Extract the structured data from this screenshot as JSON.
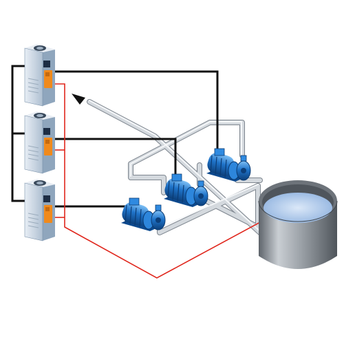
{
  "diagram": {
    "components": [
      {
        "name": "drive-unit-1",
        "icon": "vfd-controller-icon"
      },
      {
        "name": "drive-unit-2",
        "icon": "vfd-controller-icon"
      },
      {
        "name": "drive-unit-3",
        "icon": "vfd-controller-icon"
      },
      {
        "name": "pump-1",
        "icon": "centrifugal-pump-icon"
      },
      {
        "name": "pump-2",
        "icon": "centrifugal-pump-icon"
      },
      {
        "name": "pump-3",
        "icon": "centrifugal-pump-icon"
      },
      {
        "name": "tank",
        "icon": "water-tank-icon"
      }
    ],
    "colors": {
      "power_wire": "#111111",
      "signal_wire": "#e0261c",
      "pipe": "#c7cdd3",
      "pump_body": "#1f73c9",
      "drive_body": "#cfdbe7",
      "drive_panel": "#f08a1c",
      "tank_body": "#8a8f95",
      "water": "#a9c7ec"
    }
  }
}
